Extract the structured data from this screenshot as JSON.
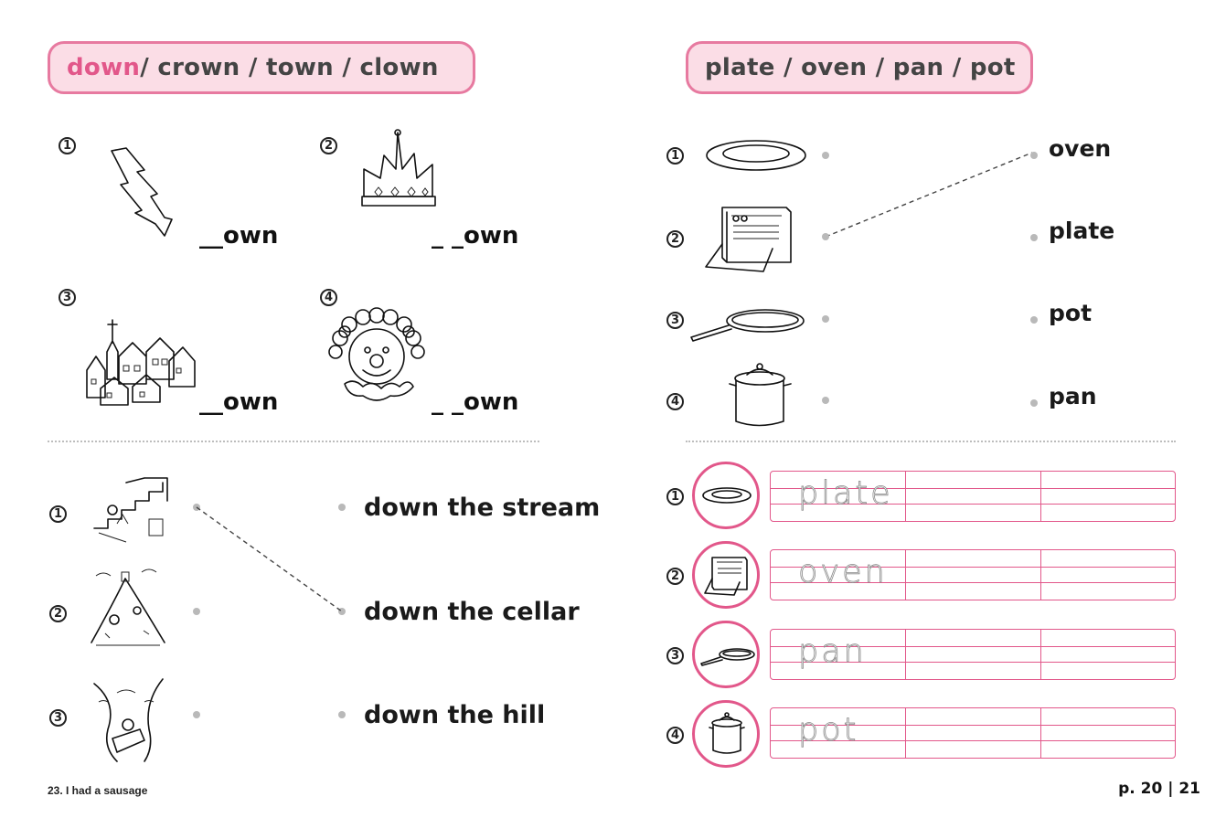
{
  "left_page": {
    "word_box": {
      "highlight": "down",
      "rest": " / crown / town / clown"
    },
    "exercise1": {
      "items": [
        {
          "num": "1",
          "icon": "lightning-icon",
          "blank": "__own"
        },
        {
          "num": "2",
          "icon": "crown-icon",
          "blank": "_ _own"
        },
        {
          "num": "3",
          "icon": "town-icon",
          "blank": "__own"
        },
        {
          "num": "4",
          "icon": "clown-icon",
          "blank": "_ _own"
        }
      ]
    },
    "exercise2": {
      "items": [
        {
          "num": "1",
          "icon": "stairs-scene-icon"
        },
        {
          "num": "2",
          "icon": "hill-scene-icon"
        },
        {
          "num": "3",
          "icon": "stream-scene-icon"
        }
      ],
      "phrases": [
        "down the stream",
        "down the cellar",
        "down the hill"
      ]
    },
    "footer": "23. I had a sausage"
  },
  "right_page": {
    "word_box": "plate / oven / pan / pot",
    "exercise1": {
      "items": [
        {
          "num": "1",
          "icon": "plate-icon"
        },
        {
          "num": "2",
          "icon": "oven-icon"
        },
        {
          "num": "3",
          "icon": "pan-icon"
        },
        {
          "num": "4",
          "icon": "pot-icon"
        }
      ],
      "words": [
        "oven",
        "plate",
        "pot",
        "pan"
      ]
    },
    "exercise2": {
      "items": [
        {
          "num": "1",
          "icon": "plate-icon",
          "trace": "plate"
        },
        {
          "num": "2",
          "icon": "oven-icon",
          "trace": "oven"
        },
        {
          "num": "3",
          "icon": "pan-icon",
          "trace": "pan"
        },
        {
          "num": "4",
          "icon": "pot-icon",
          "trace": "pot"
        }
      ]
    },
    "footer": "p. 20  |  21"
  },
  "colors": {
    "accent": "#e2578a",
    "box_fill": "#fbdde6",
    "dot": "#b9b9b9"
  }
}
